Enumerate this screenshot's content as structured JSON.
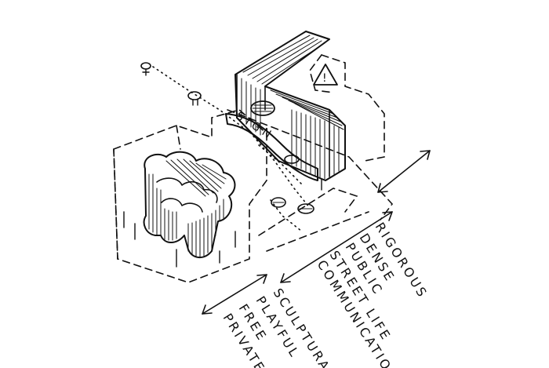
{
  "sign": "SIGN",
  "warning_symbol": "!",
  "right_labels": [
    "RIGOROUS",
    "DENSE",
    "PUBLIC",
    "STREET LIFE",
    "COMMUNICATION"
  ],
  "left_labels": [
    "SCULPTURAL",
    "PLAYFUL",
    "FREE",
    "PRIVATE"
  ],
  "icons": [
    "person-figure-icon",
    "car-icon",
    "warning-sign-icon",
    "double-arrow-icon"
  ]
}
